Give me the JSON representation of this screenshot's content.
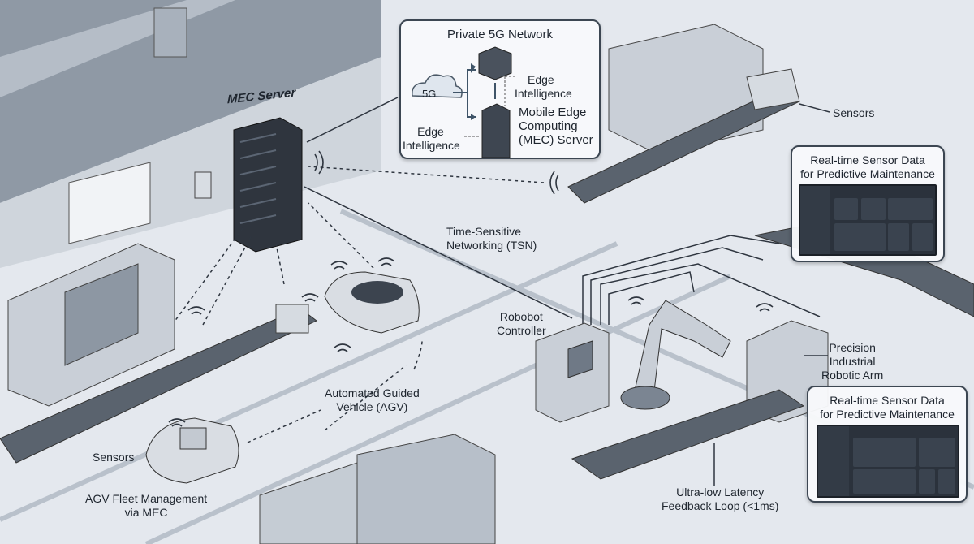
{
  "network_box": {
    "title": "Private 5G Network",
    "cloud_label": "5G",
    "edge_intelligence_top": [
      "Edge",
      "Intelligence"
    ],
    "mec_server": [
      "Mobile Edge",
      "Computing",
      "(MEC) Server"
    ],
    "edge_intelligence_left": [
      "Edge",
      "Intelligence"
    ]
  },
  "labels": {
    "mec_server": "MEC Server",
    "sensors_right": "Sensors",
    "tsn": [
      "Time-Sensitive",
      "Networking (TSN)"
    ],
    "robot_controller": [
      "Robobot",
      "Controller"
    ],
    "robotic_arm": [
      "Precision",
      "Industrial",
      "Robotic Arm"
    ],
    "agv": [
      "Automated Guided",
      "Vehicle (AGV)"
    ],
    "sensors_left": "Sensors",
    "agv_fleet": [
      "AGV Fleet Management",
      "via MEC"
    ],
    "feedback_loop": [
      "Ultra-low Latency",
      "Feedback Loop (<1ms)"
    ]
  },
  "dashboards": [
    {
      "title": [
        "Real-time Sensor Data",
        "for Predictive Maintenance"
      ]
    },
    {
      "title": [
        "Real-time Sensor Data",
        "for Predictive Maintenance"
      ]
    }
  ],
  "colors": {
    "floor": "#e4e8ee",
    "wall": "#9aa3ae",
    "machine": "#c9cfd7",
    "dark": "#2b323c",
    "line": "#2f3640"
  }
}
